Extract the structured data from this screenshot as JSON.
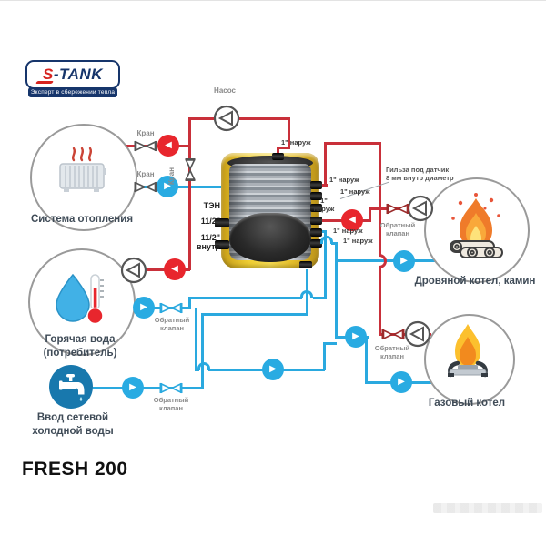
{
  "logo": {
    "brand_s": "S",
    "brand_rest": "-TANK",
    "tagline": "Эксперт в сбережении тепла"
  },
  "model": "FRESH 200",
  "labels": {
    "pump": "Насос",
    "valve": "Кран",
    "check_valve_line1": "Обратный",
    "check_valve_line2": "клапан",
    "sensor_line1": "Гильза под датчик",
    "sensor_line2": "8 мм внутр диаметр"
  },
  "tank": {
    "top_port": "1\" наруж",
    "right_port_1": "1\" наруж",
    "right_port_2": "1\" наруж",
    "right_port_3_line1": "1\"",
    "right_port_3_line2": "наруж",
    "right_port_4": "1\" наруж",
    "right_port_5": "1\" наруж",
    "heater_label": "ТЭН",
    "left_port_1": "11/2\"",
    "left_port_2": "11/2\"",
    "left_port_2_note": "внутр"
  },
  "nodes": {
    "heating_system": {
      "label": "Система отопления"
    },
    "hot_water": {
      "label_line1": "Горячая вода",
      "label_line2": "(потребитель)"
    },
    "cold_water": {
      "label_line1": "Ввод сетевой",
      "label_line2": "холодной воды"
    },
    "wood_boiler": {
      "label": "Дровяной котел, камин"
    },
    "gas_boiler": {
      "label": "Газовый котел"
    }
  },
  "colors": {
    "hot_pipe": "#c9303a",
    "cold_pipe": "#2aa9df",
    "hot_arrow": "#e8262d",
    "cold_arrow": "#29abe2",
    "logo_navy": "#16356b",
    "logo_red": "#d6231f"
  }
}
